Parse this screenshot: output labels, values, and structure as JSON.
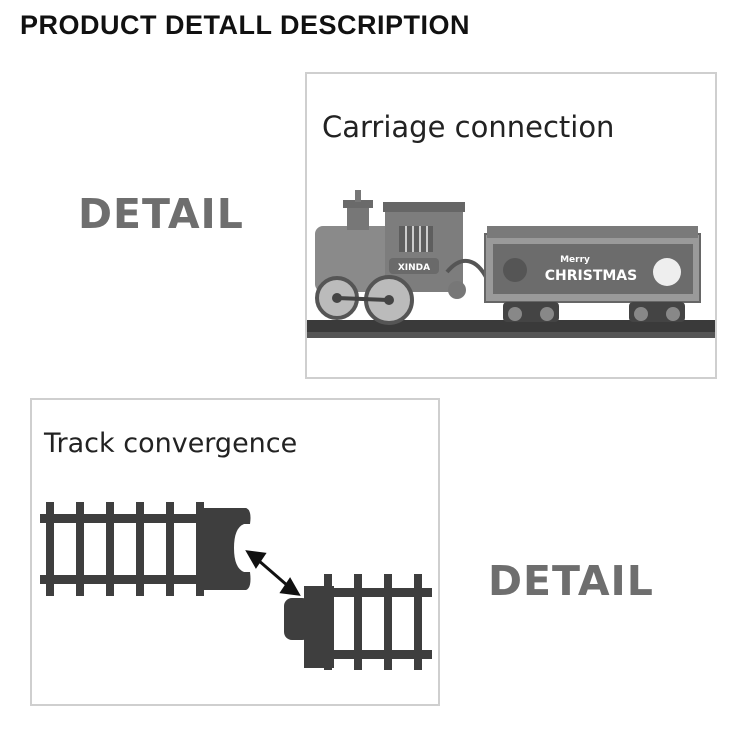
{
  "page_title": "PRODUCT DETALL DESCRIPTION",
  "detail_labels": [
    "DETAIL",
    "DETAIL"
  ],
  "panels": [
    {
      "caption": "Carriage connection",
      "loco_plate": "XINDA",
      "tender_text_small": "Merry",
      "tender_text_big": "CHRISTMAS"
    },
    {
      "caption": "Track convergence"
    }
  ],
  "colors": {
    "title": "#111111",
    "detail": "#6e6e6e",
    "border": "#cfcfcf",
    "track": "#3e3e3e",
    "train": "#8a8a8a"
  }
}
